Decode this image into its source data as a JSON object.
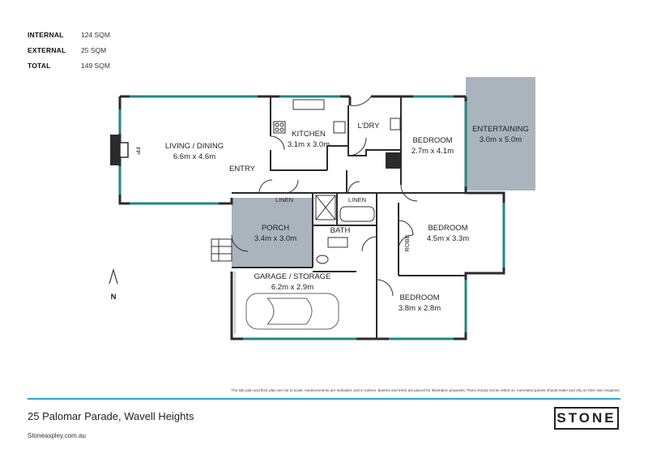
{
  "areas": [
    {
      "label": "INTERNAL",
      "value": "124 SQM"
    },
    {
      "label": "EXTERNAL",
      "value": "25 SQM"
    },
    {
      "label": "TOTAL",
      "value": "149 SQM"
    }
  ],
  "rooms": {
    "living": {
      "name": "LIVING / DINING",
      "size": "6.6m x 4.6m"
    },
    "kitchen": {
      "name": "KITCHEN",
      "size": "3.1m x 3.0m"
    },
    "laundry": {
      "name": "L'DRY"
    },
    "bedroom1": {
      "name": "BEDROOM",
      "size": "2.7m x 4.1m"
    },
    "entertaining": {
      "name": "ENTERTAINING",
      "size": "3.0m x 5.0m"
    },
    "entry": {
      "name": "ENTRY"
    },
    "linen1": {
      "name": "LINEN"
    },
    "linen2": {
      "name": "LINEN"
    },
    "porch": {
      "name": "PORCH",
      "size": "3.4m x 3.0m"
    },
    "bath": {
      "name": "BATH"
    },
    "bedroom2": {
      "name": "BEDROOM",
      "size": "4.5m x 3.3m"
    },
    "robe": {
      "name": "ROBE"
    },
    "garage": {
      "name": "GARAGE / STORAGE",
      "size": "6.2m x 2.9m"
    },
    "bedroom3": {
      "name": "BEDROOM",
      "size": "3.8m x 2.8m"
    },
    "fp": {
      "name": "FP"
    }
  },
  "north_label": "N",
  "colors": {
    "wall": "#2b2b2b",
    "window": "#1b8a86",
    "outdoor": "#a9b4bd",
    "accent": "#2aa7c9"
  },
  "disclaimer": "The site plan and floor plan are not to scale; measurements are indicative and in metres. Bushes and trees are placed for illustration purposes. Plans should not be relied on. Interested parties should make and rely on their own enquiries.",
  "address": "25 Palomar Parade, Wavell Heights",
  "website": "Stoneaspley.com.au",
  "logo_text": "STONE"
}
